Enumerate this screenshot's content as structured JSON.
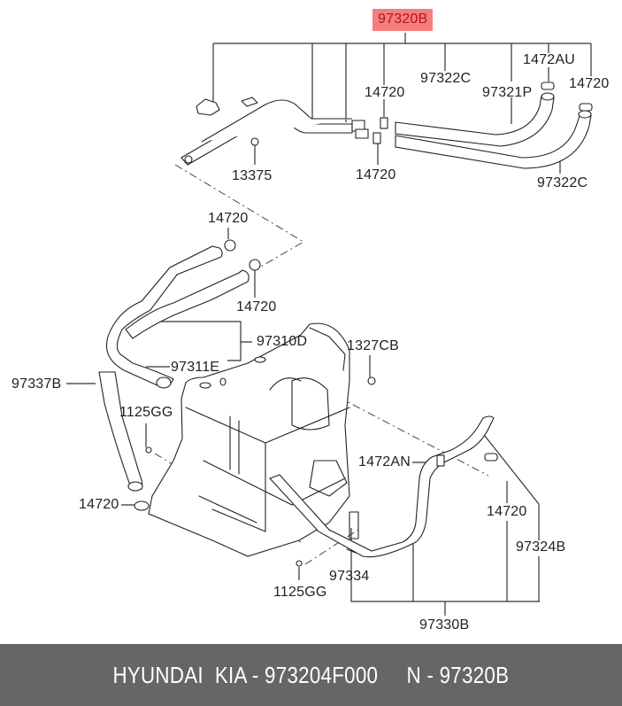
{
  "diagram": {
    "title_part": "97320B",
    "highlight_color": "#f57f7f",
    "highlight_text_color": "#b3141b",
    "callouts": [
      {
        "id": "c-97320B",
        "label": "97320B",
        "highlighted": true
      },
      {
        "id": "c-97322C-top",
        "label": "97322C"
      },
      {
        "id": "c-1472AU",
        "label": "1472AU"
      },
      {
        "id": "c-14720-top-mid",
        "label": "14720"
      },
      {
        "id": "c-97321P",
        "label": "97321P"
      },
      {
        "id": "c-14720-top-right",
        "label": "14720"
      },
      {
        "id": "c-14720-top-lower",
        "label": "14720"
      },
      {
        "id": "c-13375",
        "label": "13375"
      },
      {
        "id": "c-97322C-right",
        "label": "97322C"
      },
      {
        "id": "c-14720-mid-upper",
        "label": "14720"
      },
      {
        "id": "c-14720-mid-lower",
        "label": "14720"
      },
      {
        "id": "c-97310D",
        "label": "97310D"
      },
      {
        "id": "c-1327CB",
        "label": "1327CB"
      },
      {
        "id": "c-97311E",
        "label": "97311E"
      },
      {
        "id": "c-97337B",
        "label": "97337B"
      },
      {
        "id": "c-1125GG-upper",
        "label": "1125GG"
      },
      {
        "id": "c-1472AN",
        "label": "1472AN"
      },
      {
        "id": "c-14720-left",
        "label": "14720"
      },
      {
        "id": "c-14720-right",
        "label": "14720"
      },
      {
        "id": "c-97324B",
        "label": "97324B"
      },
      {
        "id": "c-97334",
        "label": "97334"
      },
      {
        "id": "c-1125GG-lower",
        "label": "1125GG"
      },
      {
        "id": "c-97330B",
        "label": "97330B"
      }
    ]
  },
  "footer": {
    "text": "HYUNDAI  KIA - 973204F000     N - 97320B",
    "background": "#666666"
  }
}
